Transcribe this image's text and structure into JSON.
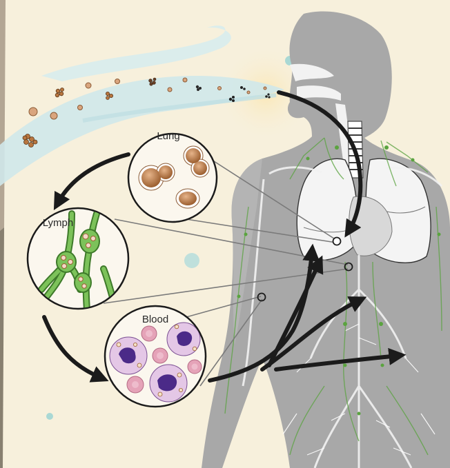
{
  "labels": {
    "lung": "Lung",
    "lymph": "Lymph",
    "blood": "Blood"
  },
  "colors": {
    "background": "#f7f0dc",
    "body": "#a8a8a8",
    "body_dark": "#8f8f8f",
    "air_stream": "#cfe8ea",
    "lymph_vessels": "#5aa33f",
    "particles": "#c98a5a",
    "neutrophil_nucleus": "#4b2a88",
    "blood_cell": "#e5a3b8",
    "arrow": "#1b1b1b"
  },
  "icons": [
    "lung-inset-circle",
    "lymph-inset-circle",
    "blood-inset-circle",
    "particle-cluster-icon",
    "arrow-icon"
  ]
}
